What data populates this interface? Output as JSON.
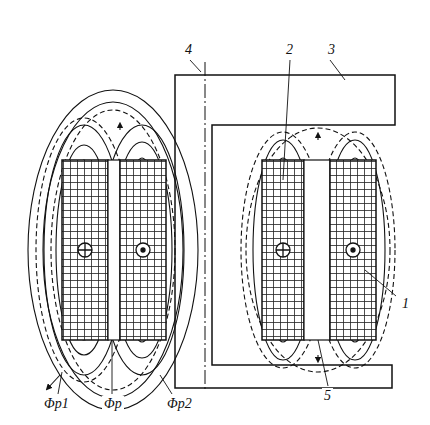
{
  "diagram": {
    "labels": [
      "4",
      "2",
      "3",
      "1",
      "Φp1",
      "Φp",
      "Φp2",
      "5"
    ]
  }
}
